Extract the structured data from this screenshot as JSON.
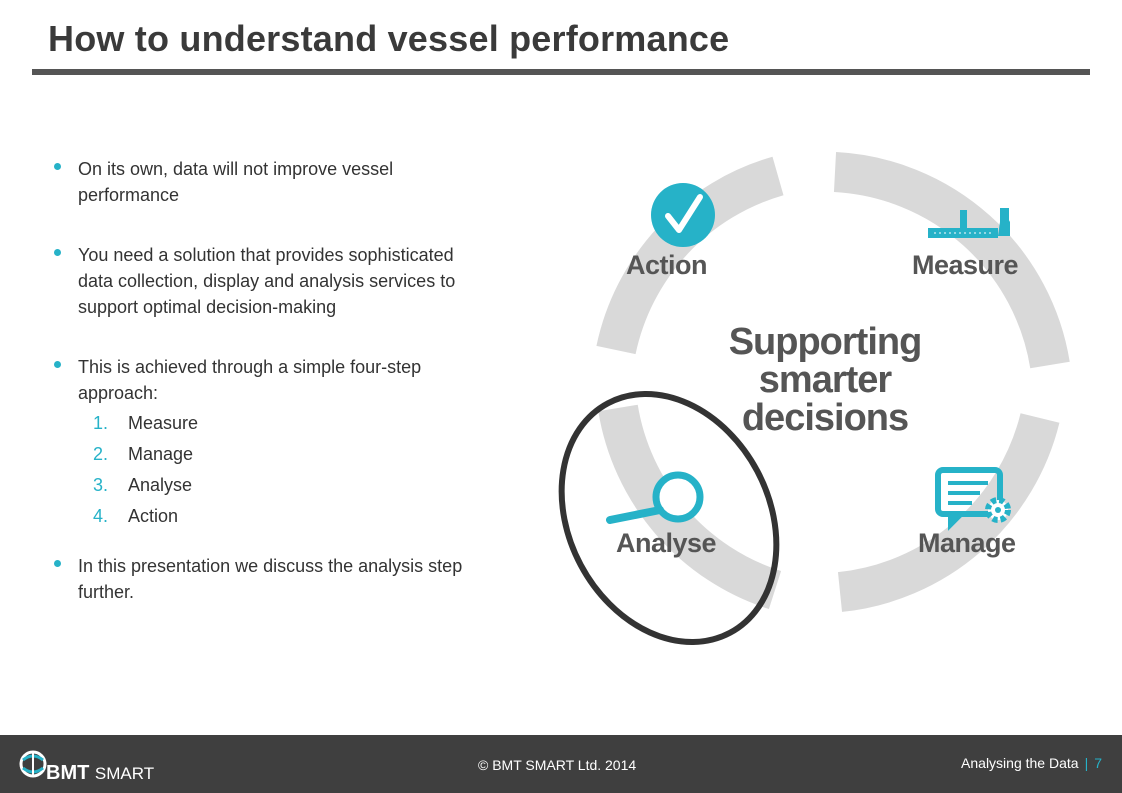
{
  "slide": {
    "title": "How to understand vessel performance"
  },
  "bullets": [
    {
      "lines": [
        "On its own, data will not improve vessel",
        "performance"
      ]
    },
    {
      "lines": [
        "You need a solution that provides sophisticated",
        "data collection, display and analysis services to",
        "support optimal decision-making"
      ]
    },
    {
      "lines": [
        "This is achieved through a simple four-step",
        "approach:"
      ]
    },
    {
      "lines": [
        "In this presentation we discuss the analysis step",
        "further."
      ]
    }
  ],
  "steps": [
    {
      "num": "1.",
      "label": "Measure"
    },
    {
      "num": "2.",
      "label": "Manage"
    },
    {
      "num": "3.",
      "label": "Analyse"
    },
    {
      "num": "4.",
      "label": "Action"
    }
  ],
  "diagram": {
    "center_lines": [
      "Supporting",
      "smarter",
      "decisions"
    ],
    "stages": {
      "action": "Action",
      "measure": "Measure",
      "analyse": "Analyse",
      "manage": "Manage"
    },
    "colors": {
      "arc": "#d9d9d9",
      "accent": "#26b2c8",
      "label": "#555555",
      "highlight_ring": "#333333"
    }
  },
  "footer": {
    "logo_bold": "BMT",
    "logo_light": "SMART",
    "copyright": "© BMT SMART Ltd. 2014",
    "section": "Analysing the Data",
    "separator": "|",
    "page": "7"
  }
}
